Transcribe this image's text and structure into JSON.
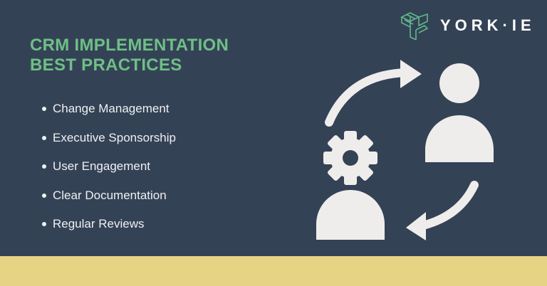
{
  "logo": {
    "text": "YORK·IE",
    "mark_color": "#5fb98a"
  },
  "title": {
    "line1": "CRM IMPLEMENTATION",
    "line2": "BEST PRACTICES"
  },
  "list": {
    "items": [
      "Change Management",
      "Executive Sponsorship",
      "User Engagement",
      "Clear Documentation",
      "Regular Reviews"
    ]
  },
  "illustration": {
    "icon": "people-gear-cycle-icon",
    "color": "#efedeb"
  },
  "colors": {
    "background": "#344256",
    "accent": "#6fbf86",
    "band": "#e6d484"
  }
}
